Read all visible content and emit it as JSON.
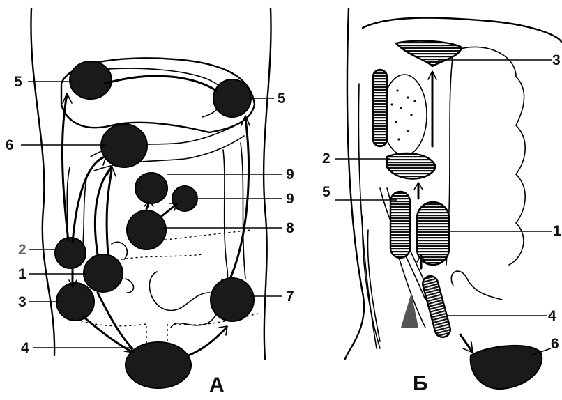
{
  "panels": {
    "a": {
      "label": "А",
      "labels": {
        "top_left": "5",
        "top_right": "5",
        "upper_left": "6",
        "mid_right_1": "9",
        "mid_right_2": "9",
        "mid_right_3": "8",
        "left_1": "2",
        "left_2": "1",
        "left_3": "3",
        "bottom_right": "7",
        "bottom_left": "4"
      }
    },
    "b": {
      "label": "Б",
      "labels": {
        "top_right": "3",
        "left_upper": "2",
        "left_lower": "5",
        "right_mid": "1",
        "right_lower": "4",
        "bottom_right": "6"
      }
    }
  },
  "colors": {
    "ink": "#111111",
    "abscess_fill": "#1a1a1a",
    "background": "#ffffff",
    "label_2_color": "#666666"
  }
}
